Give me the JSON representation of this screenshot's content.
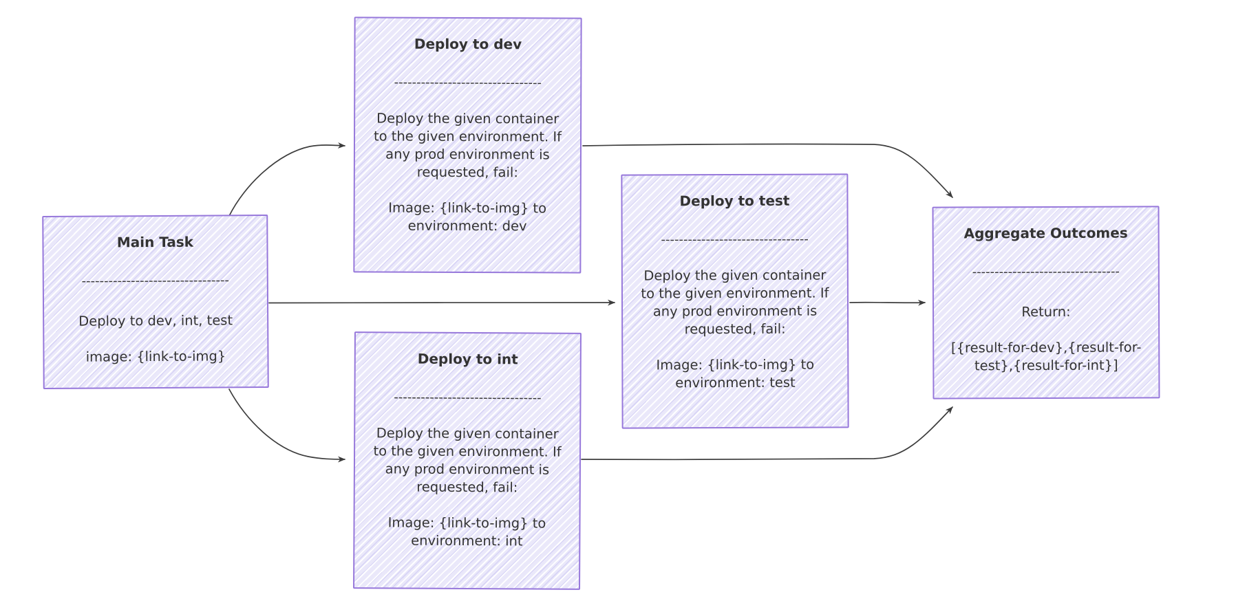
{
  "diagram": {
    "colors": {
      "node_fill": "#eae8fa",
      "node_border": "#9778db",
      "text": "#333333",
      "arrow": "#3d3d3d"
    },
    "nodes": {
      "main": {
        "title": "Main Task",
        "separator": "---------------------------------",
        "body": [
          "Deploy to dev, int, test",
          "image: {link-to-img}"
        ]
      },
      "dev": {
        "title": "Deploy to dev",
        "separator": "---------------------------------",
        "body": [
          "Deploy the given container to the given environment. If any prod environment is requested, fail:",
          "Image: {link-to-img} to environment: dev"
        ]
      },
      "test": {
        "title": "Deploy to test",
        "separator": "---------------------------------",
        "body": [
          "Deploy the given container to the given environment. If any prod environment is requested, fail:",
          "Image: {link-to-img} to environment: test"
        ]
      },
      "int": {
        "title": "Deploy to int",
        "separator": "---------------------------------",
        "body": [
          "Deploy the given container to the given environment. If any prod environment is requested, fail:",
          "Image: {link-to-img} to environment: int"
        ]
      },
      "aggregate": {
        "title": "Aggregate Outcomes",
        "separator": "---------------------------------",
        "body": [
          "Return:",
          "[{result-for-dev},{result-for-test},{result-for-int}]"
        ]
      }
    },
    "edges": [
      {
        "from": "Main Task",
        "to": "Deploy to dev"
      },
      {
        "from": "Main Task",
        "to": "Deploy to test"
      },
      {
        "from": "Main Task",
        "to": "Deploy to int"
      },
      {
        "from": "Deploy to dev",
        "to": "Aggregate Outcomes"
      },
      {
        "from": "Deploy to test",
        "to": "Aggregate Outcomes"
      },
      {
        "from": "Deploy to int",
        "to": "Aggregate Outcomes"
      }
    ]
  }
}
